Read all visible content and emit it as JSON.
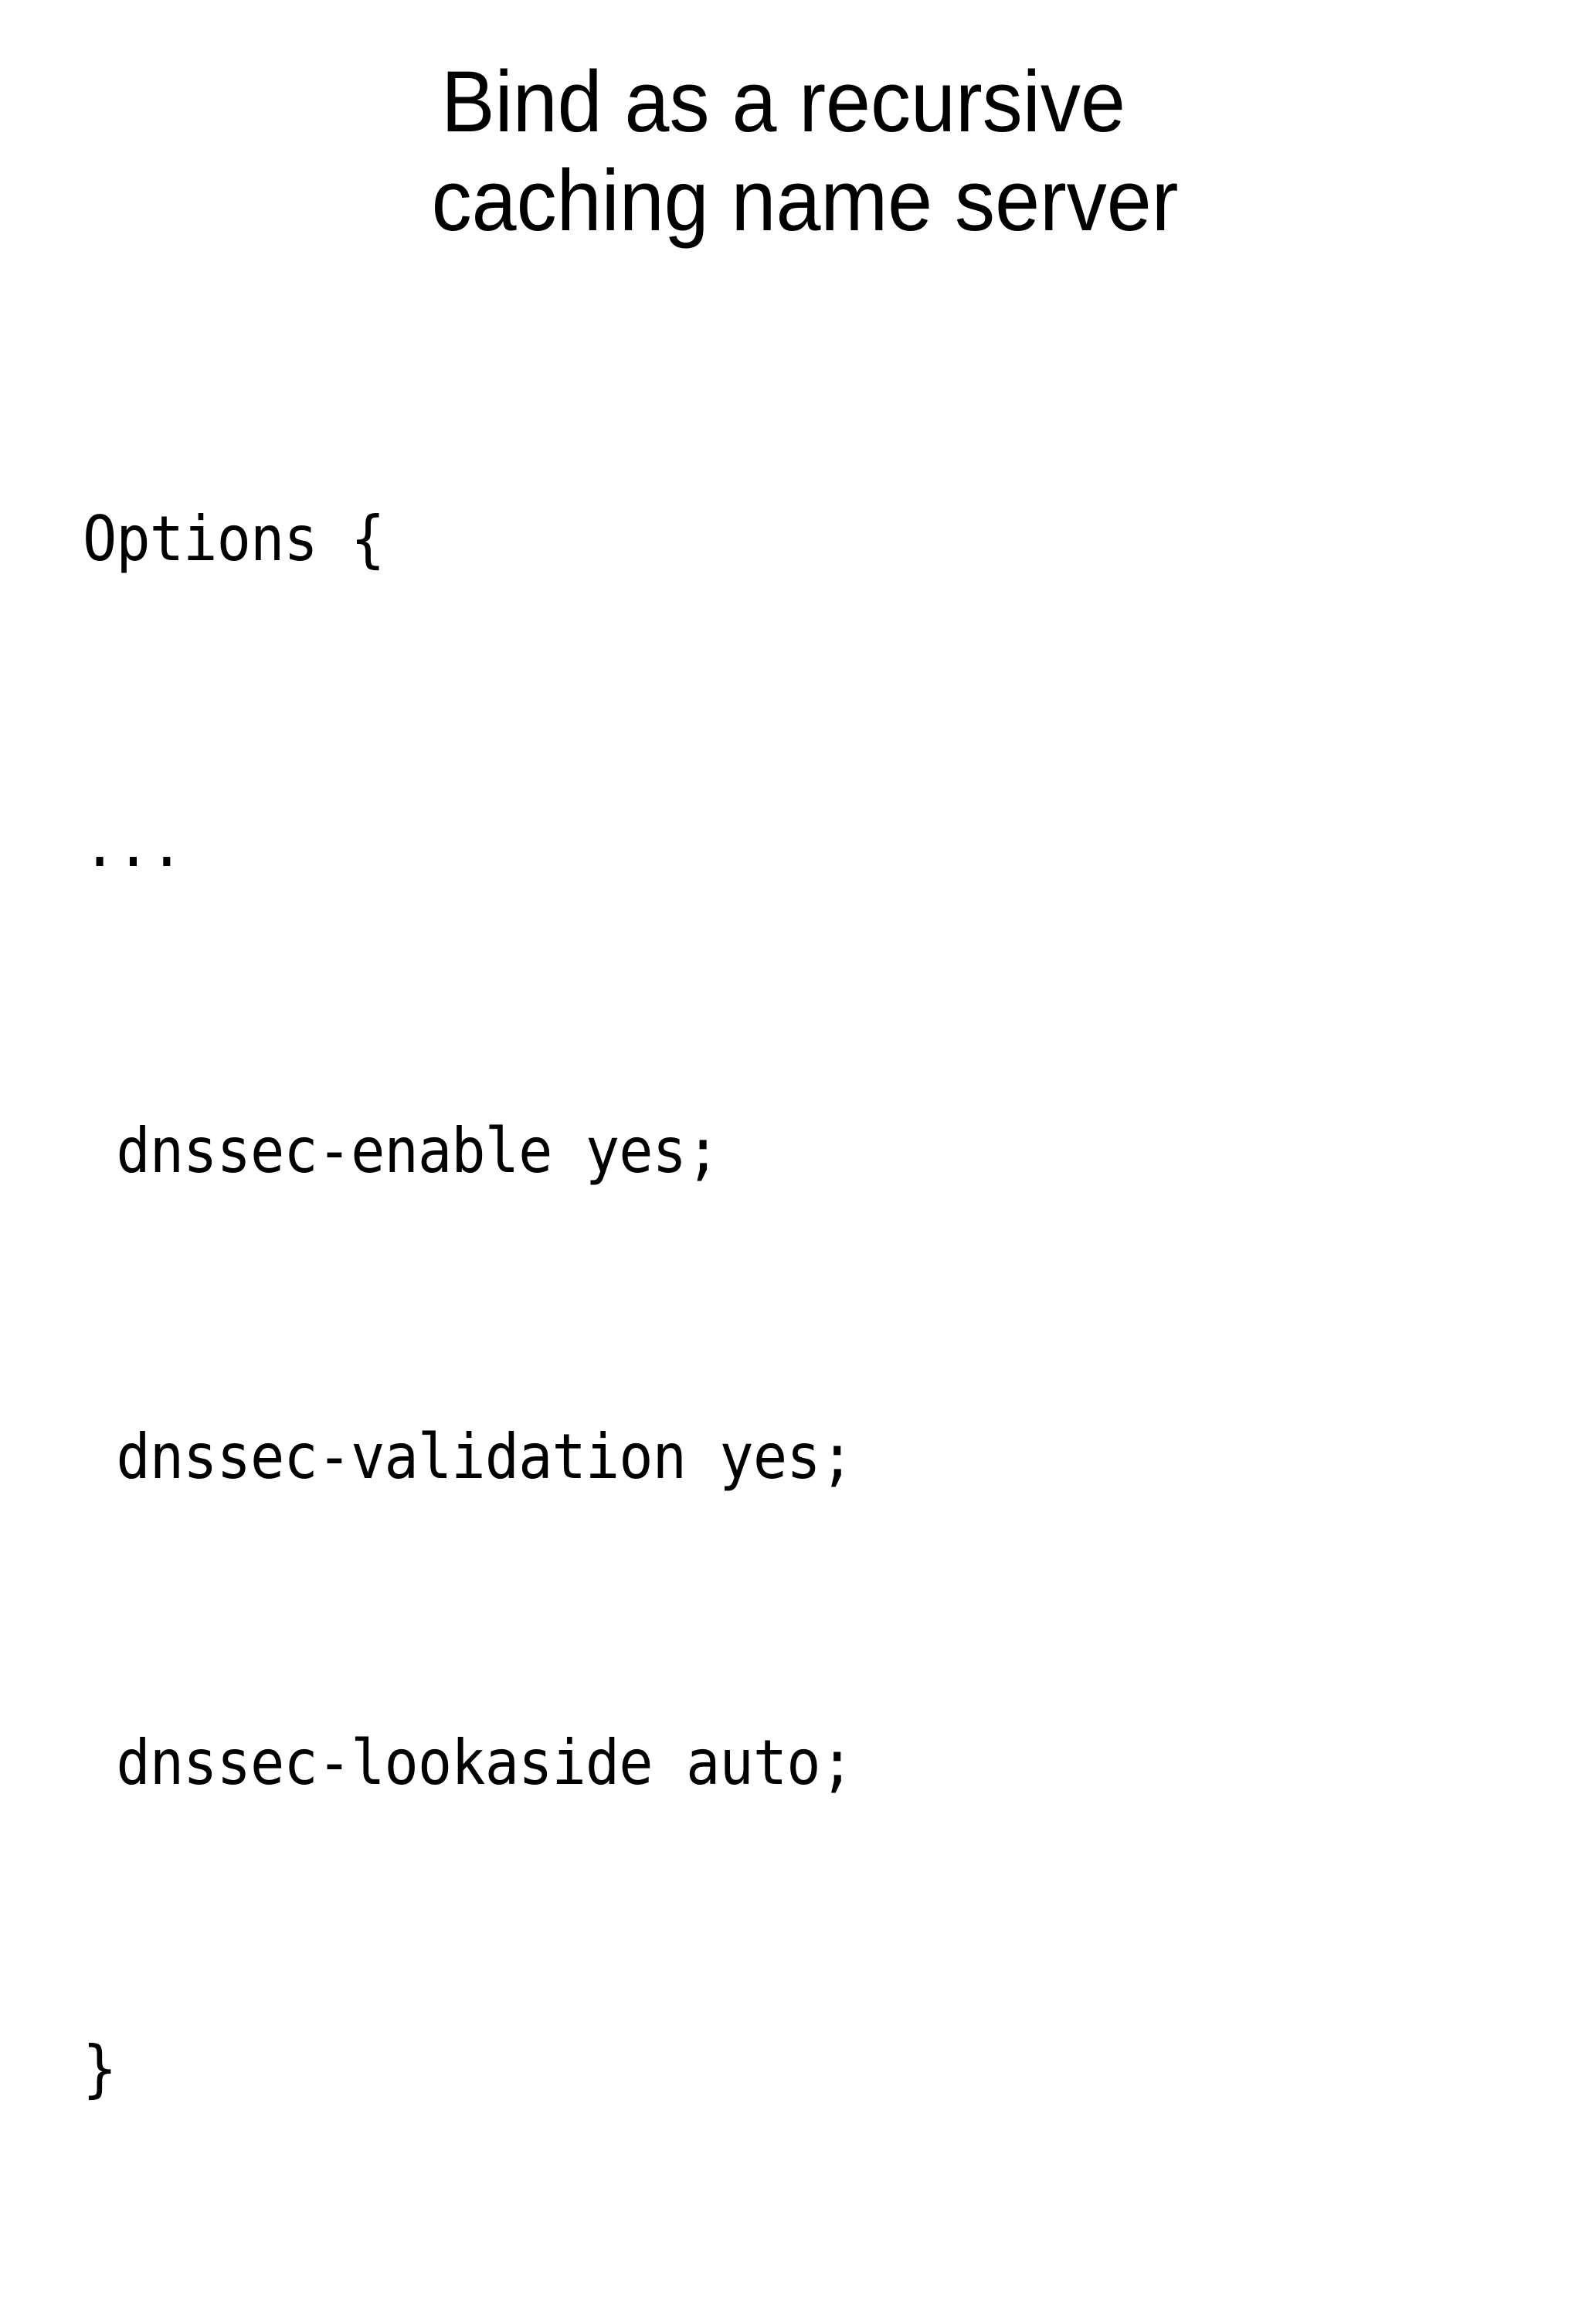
{
  "slide": {
    "title_lines": [
      "Bind as a recursive",
      "caching name server"
    ],
    "code_lines": [
      "Options {",
      "...",
      " dnssec-enable yes;",
      " dnssec-validation yes;",
      " dnssec-lookaside auto;",
      "}"
    ]
  },
  "colors": {
    "background": "#ffffff",
    "text": "#000000"
  }
}
